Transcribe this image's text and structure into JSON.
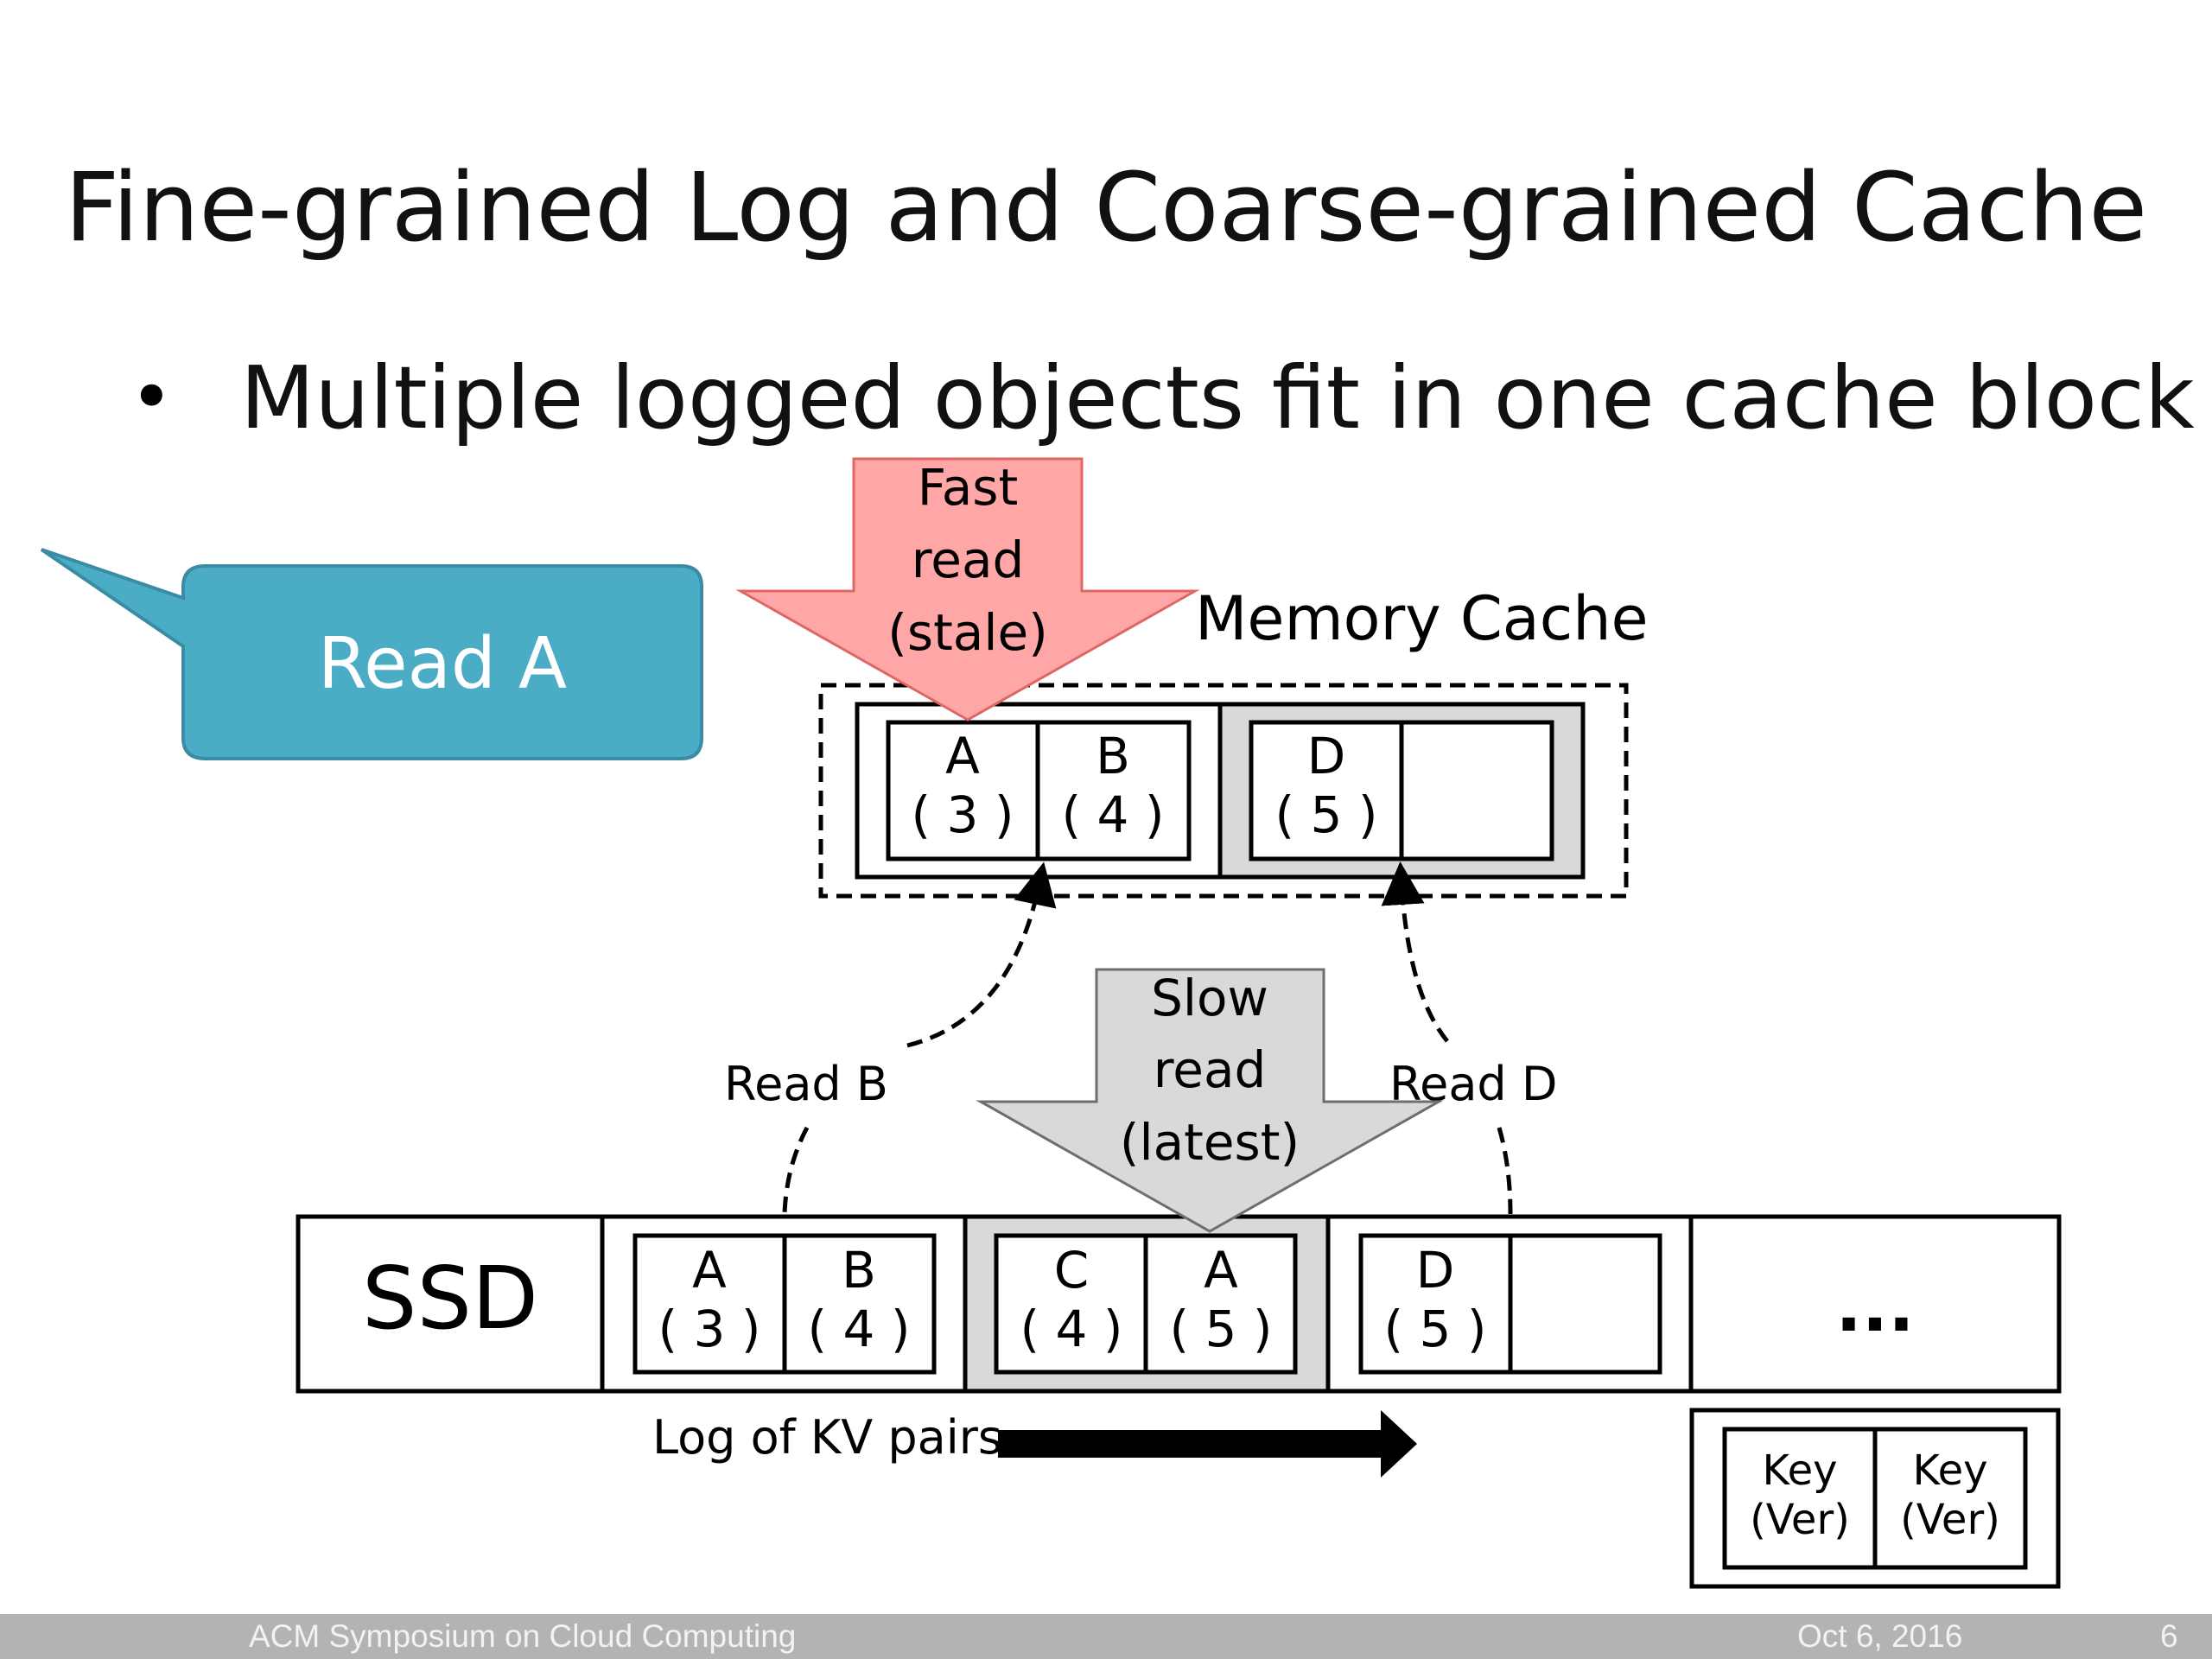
{
  "title": "Fine-grained Log and Coarse-grained Cache",
  "bullet": {
    "marker": "•",
    "text": "Multiple logged objects fit in one cache block"
  },
  "callout": {
    "text": "Read A",
    "color": "#4bacc6"
  },
  "fast_read_arrow": {
    "lines": [
      "Fast",
      "read",
      "(stale)"
    ],
    "color": "#ffa7a7"
  },
  "slow_read_arrow": {
    "lines": [
      "Slow",
      "read",
      "(latest)"
    ],
    "color": "#d4d4d4"
  },
  "memory_cache": {
    "label": "Memory Cache",
    "block1": [
      {
        "key": "A",
        "ver": "( 3 )"
      },
      {
        "key": "B",
        "ver": "( 4 )"
      }
    ],
    "block2": [
      {
        "key": "D",
        "ver": "( 5 )"
      }
    ]
  },
  "read_labels": {
    "read_b": "Read B",
    "read_d": "Read D"
  },
  "ssd": {
    "label": "SSD",
    "block1": [
      {
        "key": "A",
        "ver": "( 3 )"
      },
      {
        "key": "B",
        "ver": "( 4 )"
      }
    ],
    "block2": [
      {
        "key": "C",
        "ver": "( 4 )"
      },
      {
        "key": "A",
        "ver": "( 5 )"
      }
    ],
    "block3": [
      {
        "key": "D",
        "ver": "( 5 )"
      }
    ],
    "ellipsis": "..."
  },
  "log_label": "Log of KV pairs",
  "legend": [
    {
      "key": "Key",
      "ver": "(Ver)"
    },
    {
      "key": "Key",
      "ver": "(Ver)"
    }
  ],
  "footer": {
    "conference": "ACM Symposium on Cloud Computing",
    "date": "Oct 6, 2016",
    "page": "6"
  }
}
